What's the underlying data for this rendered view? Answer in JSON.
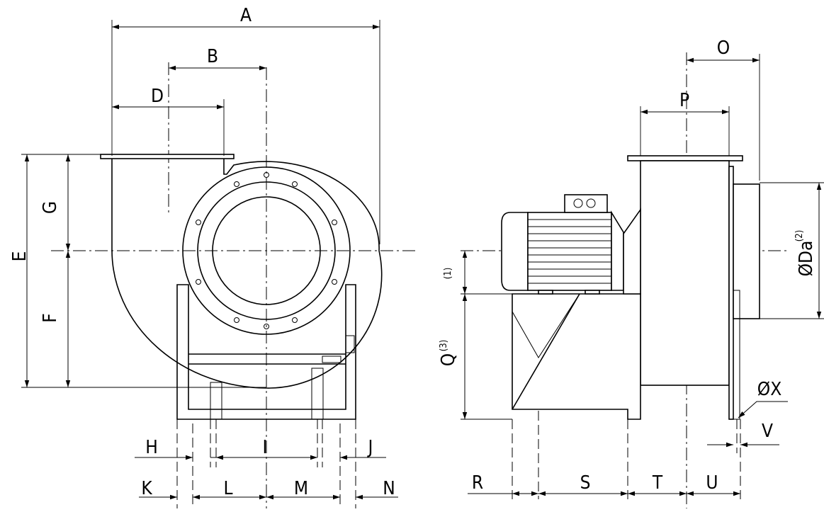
{
  "front_view": {
    "labels": {
      "A": "A",
      "B": "B",
      "D": "D",
      "E": "E",
      "F": "F",
      "G": "G",
      "H": "H",
      "I": "I",
      "J": "J",
      "K": "K",
      "L": "L",
      "M": "M",
      "N": "N"
    }
  },
  "side_view": {
    "labels": {
      "O": "O",
      "P": "P",
      "Q": "Q",
      "Q_note": "(3)",
      "note_1": "(1)",
      "Da": "ØDa",
      "Da_note": "(2)",
      "X": "ØX",
      "V": "V",
      "R": "R",
      "S": "S",
      "T": "T",
      "U": "U"
    }
  }
}
